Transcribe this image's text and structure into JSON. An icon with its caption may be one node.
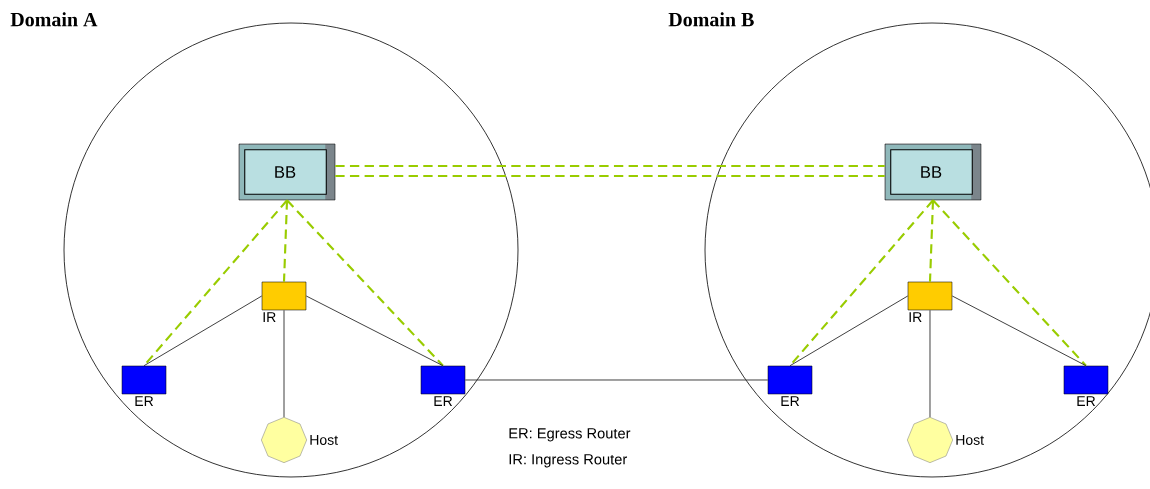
{
  "diagram": {
    "nodes": [
      {
        "text": [
          "Domain A"
        ]
      },
      {
        "text": [
          "Domain B"
        ]
      },
      {
        "text": [
          "BB"
        ],
        "in": 0
      },
      {
        "text": [
          "IR"
        ],
        "in": 0
      },
      {
        "text": [
          "ER"
        ],
        "in": 0
      },
      {
        "text": [
          "ER"
        ],
        "in": 0
      },
      {
        "text": [
          "Host"
        ],
        "in": 0
      },
      {
        "text": [
          "BB"
        ],
        "in": 1
      },
      {
        "text": [
          "IR"
        ],
        "in": 1
      },
      {
        "text": [
          "ER"
        ],
        "in": 1
      },
      {
        "text": [
          "ER"
        ],
        "in": 1
      },
      {
        "text": [
          "Host"
        ],
        "in": 1
      }
    ],
    "edges": [
      {
        "from": 2,
        "to": 7,
        "arrow": "none",
        "style": "dashed",
        "color": "#99cc00"
      },
      {
        "from": 2,
        "to": 7,
        "arrow": "none",
        "style": "dashed",
        "color": "#99cc00"
      },
      {
        "from": 2,
        "to": 3,
        "arrow": "none",
        "style": "dashed",
        "color": "#99cc00"
      },
      {
        "from": 2,
        "to": 4,
        "arrow": "none",
        "style": "dashed",
        "color": "#99cc00"
      },
      {
        "from": 2,
        "to": 5,
        "arrow": "none",
        "style": "dashed",
        "color": "#99cc00"
      },
      {
        "from": 3,
        "to": 4,
        "arrow": "none",
        "color": "#333333"
      },
      {
        "from": 3,
        "to": 5,
        "arrow": "none",
        "color": "#333333"
      },
      {
        "from": 3,
        "to": 6,
        "arrow": "none",
        "color": "#333333"
      },
      {
        "from": 5,
        "to": 9,
        "arrow": "none",
        "color": "#333333"
      },
      {
        "from": 7,
        "to": 8,
        "arrow": "none",
        "style": "dashed",
        "color": "#99cc00"
      },
      {
        "from": 7,
        "to": 9,
        "arrow": "none",
        "style": "dashed",
        "color": "#99cc00"
      },
      {
        "from": 7,
        "to": 10,
        "arrow": "none",
        "style": "dashed",
        "color": "#99cc00"
      },
      {
        "from": 8,
        "to": 9,
        "arrow": "none",
        "color": "#333333"
      },
      {
        "from": 8,
        "to": 10,
        "arrow": "none",
        "color": "#333333"
      },
      {
        "from": 8,
        "to": 11,
        "arrow": "none",
        "color": "#333333"
      }
    ],
    "labels": [
      "ER: Egress Router",
      "IR: Ingress Router"
    ]
  }
}
